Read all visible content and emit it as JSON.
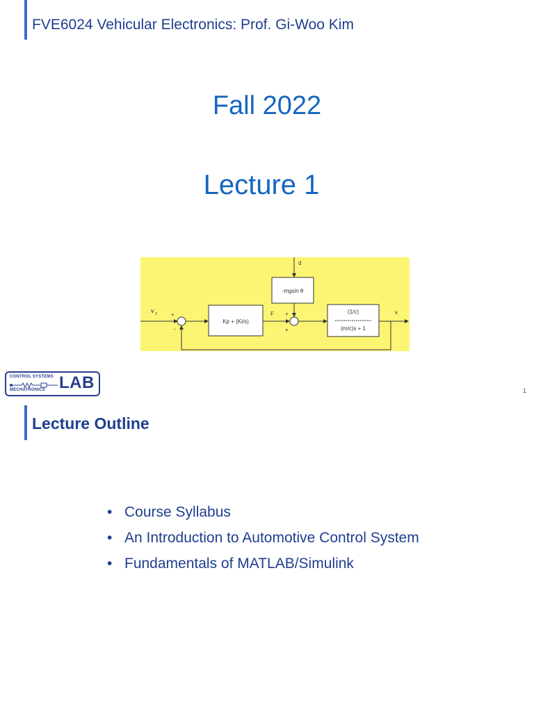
{
  "header": {
    "course_title": "FVE6024 Vehicular Electronics: Prof. Gi-Woo Kim"
  },
  "title_slide": {
    "semester": "Fall 2022",
    "lecture": "Lecture 1"
  },
  "diagram": {
    "background_color": "#fcf573",
    "disturbance_label": "d",
    "gravity_block": "-mgsin θ",
    "reference_label": "v",
    "reference_subscript": "r",
    "sum1_plus": "+",
    "sum1_minus": "-",
    "controller_block": "Kp + (Ki/s)",
    "force_label": "F",
    "sum2_plus_top": "+",
    "sum2_plus_bottom": "+",
    "plant_numerator": "(1/c)",
    "plant_denominator": "(m/c)s + 1",
    "output_label": "v"
  },
  "logo": {
    "top_text": "CONTROL SYSTEMS",
    "bottom_text": "MECHATRONICS",
    "big_text": "LAB"
  },
  "page_number": "1",
  "outline": {
    "heading": "Lecture Outline",
    "items": [
      "Course Syllabus",
      "An Introduction to Automotive Control System",
      "Fundamentals of MATLAB/Simulink"
    ]
  },
  "colors": {
    "accent": "#3e6bc2",
    "heading_blue": "#1f3e8f",
    "title_blue": "#1565c0"
  }
}
